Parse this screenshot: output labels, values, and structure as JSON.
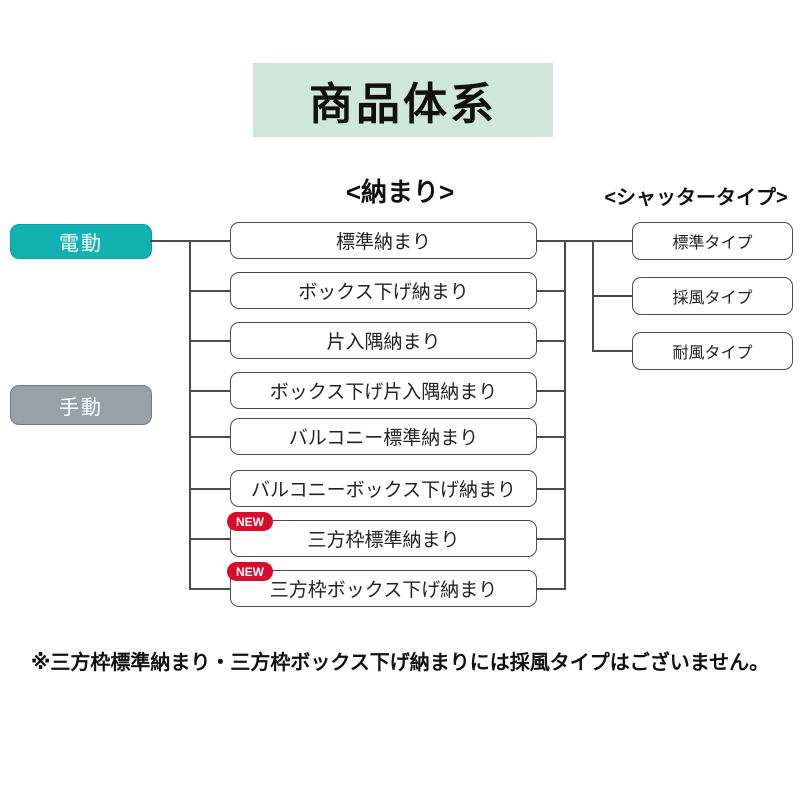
{
  "title": "商品体系",
  "headers": {
    "installation": "<納まり>",
    "shutter_type": "<シャッタータイプ>"
  },
  "drive_buttons": [
    {
      "label": "電動"
    },
    {
      "label": "手動"
    }
  ],
  "installation_boxes": [
    {
      "label": "標準納まり",
      "new": false
    },
    {
      "label": "ボックス下げ納まり",
      "new": false
    },
    {
      "label": "片入隅納まり",
      "new": false
    },
    {
      "label": "ボックス下げ片入隅納まり",
      "new": false
    },
    {
      "label": "バルコニー標準納まり",
      "new": false
    },
    {
      "label": "バルコニーボックス下げ納まり",
      "new": false
    },
    {
      "label": "三方枠標準納まり",
      "new": true
    },
    {
      "label": "三方枠ボックス下げ納まり",
      "new": true
    }
  ],
  "new_badge_label": "NEW",
  "shutter_type_boxes": [
    {
      "label": "標準タイプ"
    },
    {
      "label": "採風タイプ"
    },
    {
      "label": "耐風タイプ"
    }
  ],
  "footnote": "※三方枠標準納まり・三方枠ボックス下げ納まりには採風タイプはございません。",
  "colors": {
    "title_bg": "#cfe7da",
    "electric_button": "#12b2b2",
    "manual_button": "#98a1a8",
    "new_badge": "#d80c2c",
    "box_border": "#4b4b4b",
    "connector_line": "#4b4b4b"
  }
}
